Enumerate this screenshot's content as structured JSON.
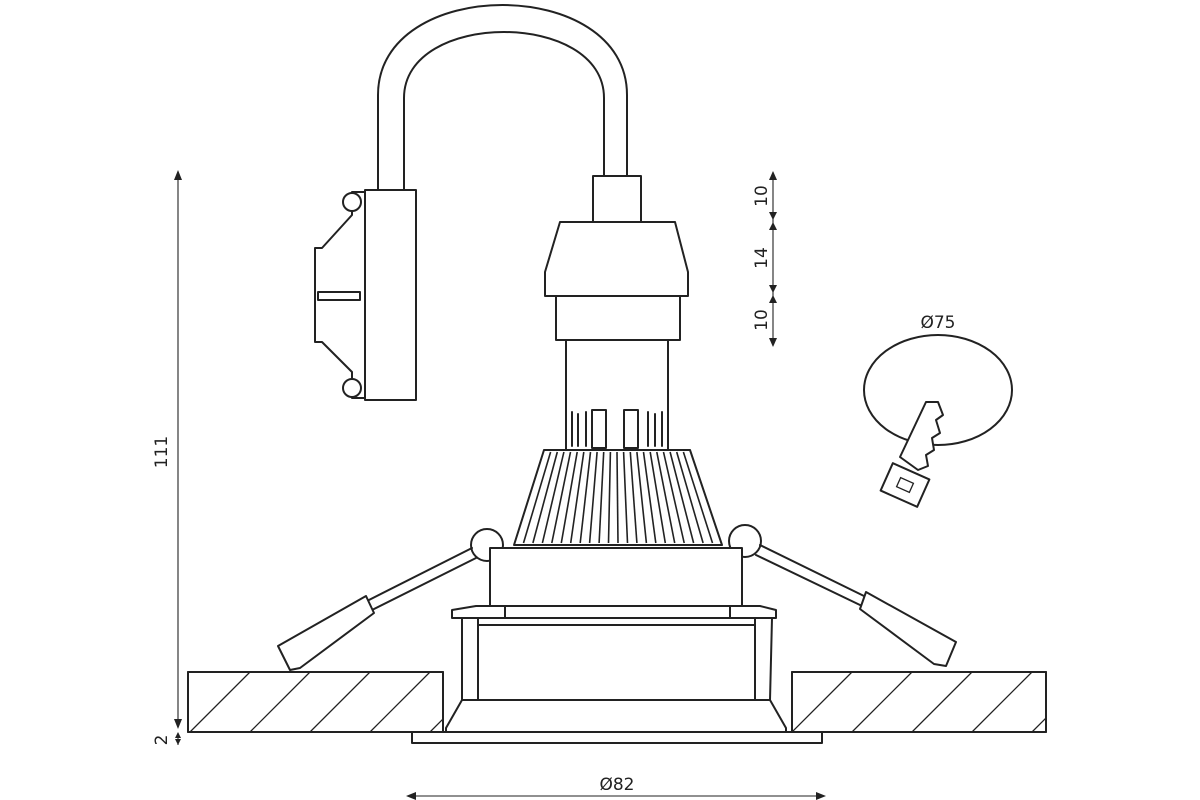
{
  "dimensions": {
    "total_height": "111",
    "trim_height": "2",
    "seg_top": "10",
    "seg_middle": "14",
    "seg_bottom": "10",
    "cutout_diameter": "Ø75",
    "base_diameter": "Ø82"
  }
}
